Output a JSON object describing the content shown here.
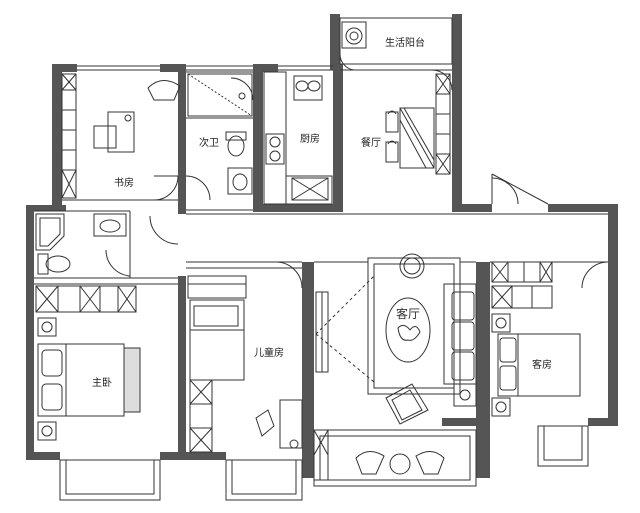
{
  "floor_plan": {
    "rooms": {
      "balcony_utility": "生活阳台",
      "study": "书房",
      "guest_bath": "次卫",
      "kitchen": "厨房",
      "dining": "餐厅",
      "master_bedroom": "主卧",
      "kids_room": "儿童房",
      "living_room": "客厅",
      "guest_room": "客房"
    },
    "rug_logo_text": "客厅",
    "colors": {
      "wall": "#555555",
      "line": "#333333",
      "background": "#ffffff"
    }
  }
}
